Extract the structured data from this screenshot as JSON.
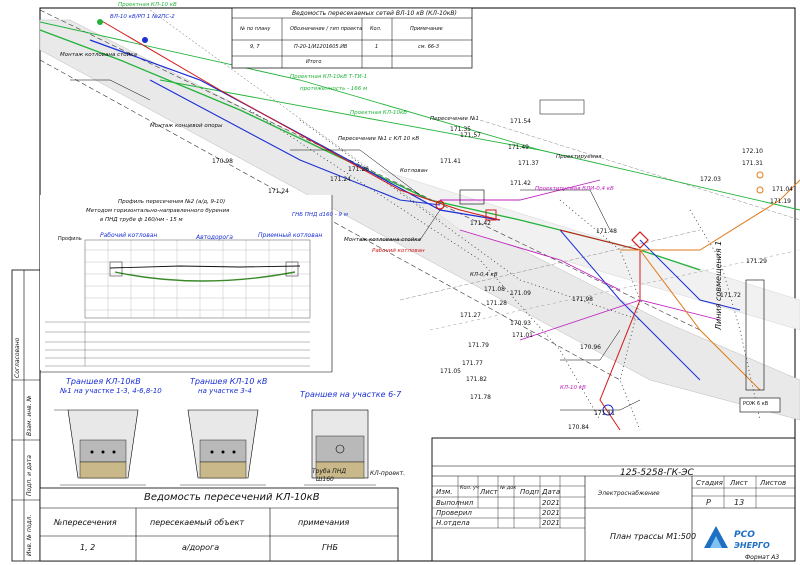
{
  "title_block": {
    "doc_code": "125-5258-ГК-ЭС",
    "head_cols": [
      "Изм.",
      "Кол. уч",
      "Лист",
      "№ док",
      "Подп",
      "Дата"
    ],
    "roles": [
      {
        "role": "Выполнил",
        "year": "2021"
      },
      {
        "role": "Проверил",
        "year": "2021"
      },
      {
        "role": "Н.отдела",
        "year": "2021"
      }
    ],
    "section": "Электроснабжение",
    "stage_label": "Стадия",
    "sheet_label": "Лист",
    "sheets_label": "Листов",
    "stage": "Р",
    "sheet": "13",
    "drawing_title": "План трассы   М1:500",
    "company_line1": "РСО",
    "company_line2": "ЭНЕРГО",
    "format": "Формат А3"
  },
  "side_strip": [
    "Согласовано",
    "Взам. инв. №",
    "Подп. и дата",
    "Инв. № подл."
  ],
  "top_table": {
    "title": "Ведомость пересекаемых сетей ВЛ-10 кВ (КЛ-10кВ)",
    "head": [
      "№ по плану",
      "Обозначение / тип проекта",
      "Кол.",
      "Примечание"
    ],
    "row": [
      "9, 7",
      "П-20-1/И1201605.ИВ",
      "1",
      "см. 66-3"
    ],
    "total": "Итого"
  },
  "crossing_table": {
    "title": "Ведомость пересечений КЛ-10кВ",
    "head": [
      "№пересечения",
      "пересекаемый объект",
      "примечания"
    ],
    "row": [
      "1, 2",
      "а/дорога",
      "ГНБ"
    ]
  },
  "profile": {
    "caption1": "Профиль пересечения №2 (а/д, 9-10)",
    "caption2": "Методом горизонтально-направленного бурения",
    "caption3": "в ПНД трубе ф 160/нм - 15 м",
    "label_left": "Рабочий котлован",
    "label_mid": "Автодорога",
    "label_right": "Приемный котлован",
    "axis_title": "Профиль"
  },
  "trenches": [
    {
      "t1": "Траншея КЛ-10кВ",
      "t2": "№1 на участке 1-3, 4-6,8-10"
    },
    {
      "t1": "Траншея КЛ-10 кВ",
      "t2": "на участке 3-4"
    },
    {
      "t1": "Траншея на участке 6-7",
      "t2": ""
    }
  ],
  "trench_notes": {
    "pipe": "Труба ПНД",
    "pipe2": "Ш160",
    "kl": "КЛ-проект."
  },
  "plan_labels": {
    "top_left1": "Проектная КЛ-10 кВ",
    "top_left2": "ВЛ-10 кВ/РП 1 №2ПС-2",
    "pit1": "Монтаж котлована стойка",
    "kl1": "Проектная КЛ-10кВ Т-ТИ-1",
    "len1": "протяженность - 166 м",
    "mount1": "Монтаж концевой опоры",
    "pr1": "Проектная КЛ-10кВ",
    "cross1": "Пересечение №1 с КЛ 10 кВ",
    "kotl1": "Котлован",
    "kotl2": "Рабочий котлован",
    "mount2": "Монтаж котлована стойка",
    "gnb": "ГНБ ПНД d160 - 9 м",
    "pr2": "Проектируемая",
    "pr3": "Проектируемая ВЛИ-0,4 кВ",
    "cross2": "Пересечение №1",
    "line_label": "Линия совмещения 1",
    "kl_small": "КЛ-0,4 кВ",
    "kl_small2": "КЛ-10 кВ",
    "hsign": "РОЖ 6 кВ"
  },
  "elevations": [
    "171.54",
    "171.35",
    "171.26",
    "171.57",
    "171.41",
    "171.49",
    "171.37",
    "171.24",
    "170.98",
    "171.42",
    "171.42",
    "171.28",
    "171.27",
    "171.24",
    "171.01",
    "171.08",
    "170.96",
    "170.93",
    "171.79",
    "171.77",
    "171.78",
    "171.82",
    "171.05",
    "171.48",
    "172.10",
    "172.03",
    "171.04",
    "171.19",
    "171.29",
    "171.11",
    "171.31",
    "171.72",
    "170.84",
    "171.98",
    "171.09"
  ]
}
